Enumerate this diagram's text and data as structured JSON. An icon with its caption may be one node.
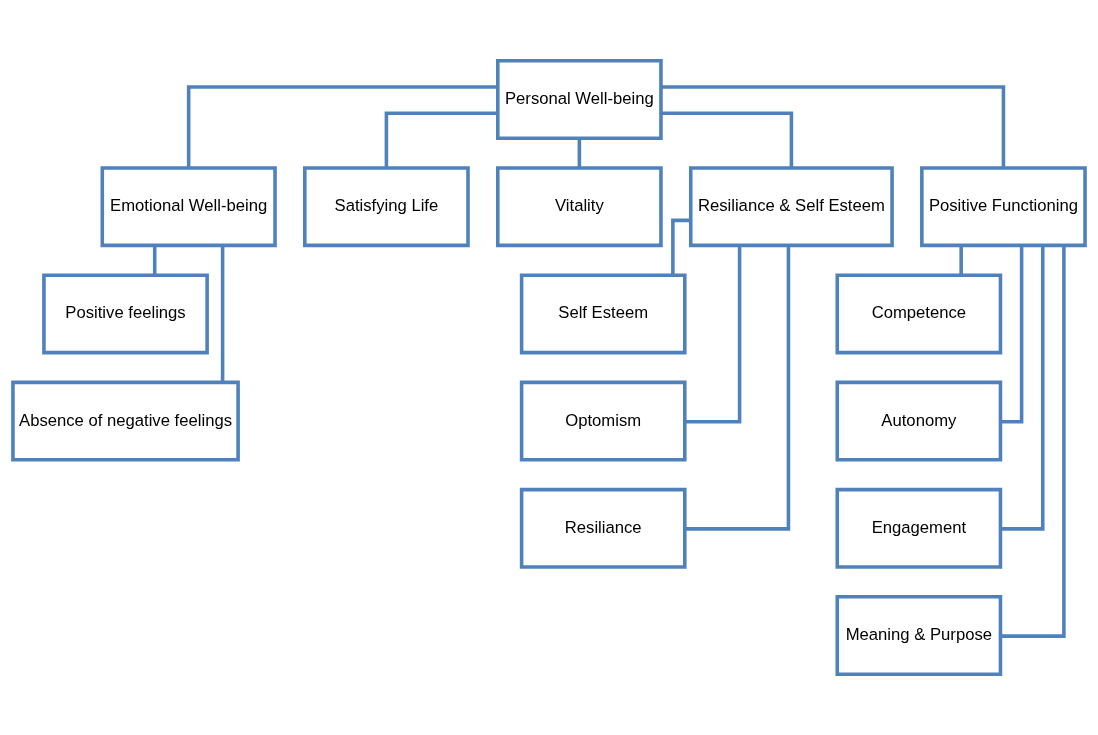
{
  "diagram": {
    "nodes": [
      {
        "text": [
          "Personal Well-being"
        ]
      },
      {
        "text": [
          "Emotional Well-being"
        ]
      },
      {
        "text": [
          "Satisfying Life"
        ]
      },
      {
        "text": [
          "Vitality"
        ]
      },
      {
        "text": [
          "Resiliance & Self Esteem"
        ]
      },
      {
        "text": [
          "Positive Functioning"
        ]
      },
      {
        "text": [
          "Positive feelings"
        ]
      },
      {
        "text": [
          "Absence of negative feelings"
        ]
      },
      {
        "text": [
          "Self Esteem"
        ]
      },
      {
        "text": [
          "Optomism"
        ]
      },
      {
        "text": [
          "Resiliance"
        ]
      },
      {
        "text": [
          "Competence"
        ]
      },
      {
        "text": [
          "Autonomy"
        ]
      },
      {
        "text": [
          "Engagement"
        ]
      },
      {
        "text": [
          "Meaning & Purpose"
        ]
      }
    ],
    "edges": [
      {
        "from": 0,
        "to": 1,
        "arrow": "none"
      },
      {
        "from": 0,
        "to": 2,
        "arrow": "none"
      },
      {
        "from": 0,
        "to": 3,
        "arrow": "none"
      },
      {
        "from": 0,
        "to": 4,
        "arrow": "none"
      },
      {
        "from": 0,
        "to": 5,
        "arrow": "none"
      },
      {
        "from": 1,
        "to": 6,
        "arrow": "none"
      },
      {
        "from": 1,
        "to": 7,
        "arrow": "none"
      },
      {
        "from": 4,
        "to": 8,
        "arrow": "none"
      },
      {
        "from": 4,
        "to": 9,
        "arrow": "none"
      },
      {
        "from": 4,
        "to": 10,
        "arrow": "none"
      },
      {
        "from": 5,
        "to": 11,
        "arrow": "none"
      },
      {
        "from": 5,
        "to": 12,
        "arrow": "none"
      },
      {
        "from": 5,
        "to": 13,
        "arrow": "none"
      },
      {
        "from": 5,
        "to": 14,
        "arrow": "none"
      }
    ]
  }
}
